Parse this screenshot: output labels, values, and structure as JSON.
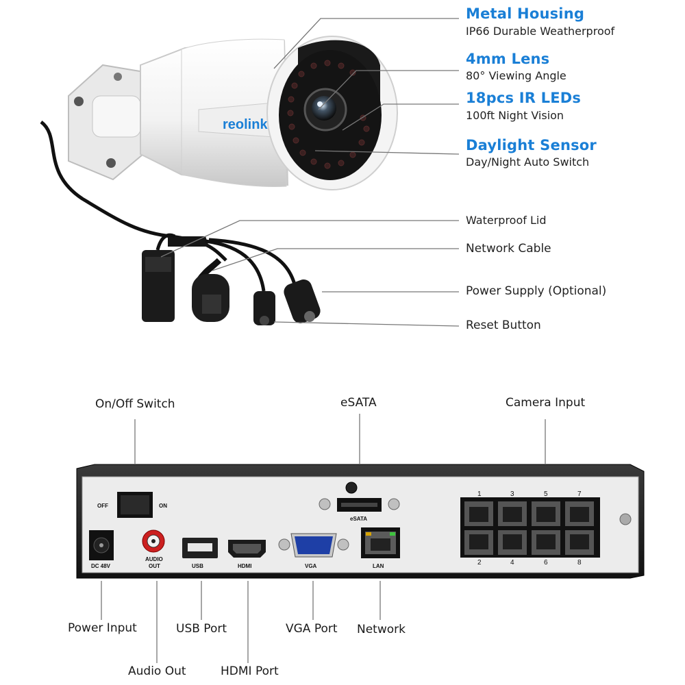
{
  "camera": {
    "brand": "reolink",
    "features": [
      {
        "title": "Metal Housing",
        "desc": "IP66 Durable Weatherproof"
      },
      {
        "title": "4mm Lens",
        "desc": "80° Viewing Angle"
      },
      {
        "title": "18pcs IR LEDs",
        "desc": "100ft Night Vision"
      },
      {
        "title": "Daylight Sensor",
        "desc": "Day/Night Auto Switch"
      }
    ],
    "cable_labels": [
      "Waterproof Lid",
      "Network Cable",
      "Power Supply (Optional)",
      "Reset Button"
    ]
  },
  "nvr": {
    "top_labels": {
      "switch": "On/Off Switch",
      "esata": "eSATA",
      "camera_input": "Camera Input"
    },
    "panel": {
      "off": "OFF",
      "on": "ON",
      "dc": "DC 48V",
      "audio_out": "AUDIO OUT",
      "usb": "USB",
      "hdmi": "HDMI",
      "vga": "VGA",
      "lan": "LAN",
      "esata": "eSATA",
      "ports_top": [
        "1",
        "3",
        "5",
        "7"
      ],
      "ports_bottom": [
        "2",
        "4",
        "6",
        "8"
      ]
    },
    "bottom_labels": {
      "power_input": "Power Input",
      "audio_out": "Audio Out",
      "usb_port": "USB Port",
      "hdmi_port": "HDMI Port",
      "vga_port": "VGA Port",
      "network": "Network"
    }
  },
  "colors": {
    "accent": "#1a7fd6",
    "panel": "#eeeeee",
    "chassis": "#1e1e1e"
  }
}
